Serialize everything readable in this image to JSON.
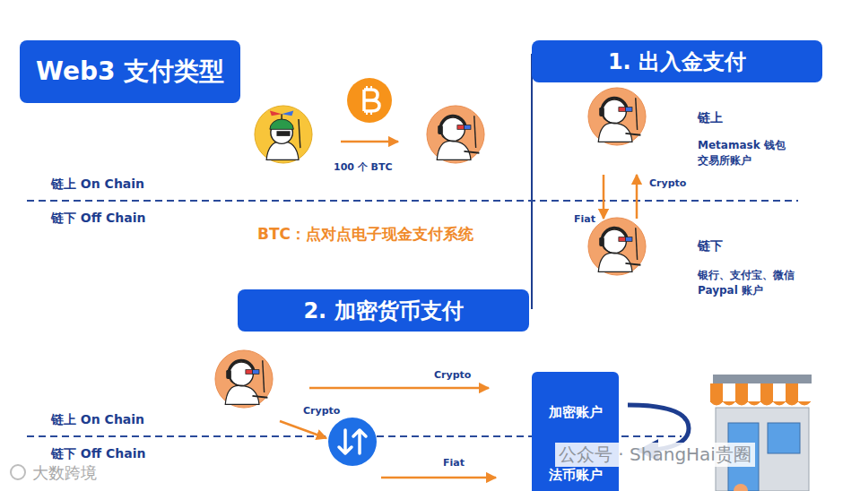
{
  "diagram": {
    "title": "Web3 支付类型",
    "nodes": [
      {
        "text": [
          "1. 出入金支付"
        ]
      },
      {
        "text": [
          "链上",
          "Metamask 钱包 交易所账户"
        ]
      },
      {
        "text": [
          "链下",
          "银行、支付宝、微信 Paypal 账户"
        ]
      },
      {
        "text": [
          "2. 加密货币支付"
        ]
      },
      {
        "text": [
          "加密账户",
          "法币账户"
        ]
      }
    ],
    "edges": [
      {
        "from": 1,
        "to": 2,
        "label": "Fiat",
        "arrow": "to"
      },
      {
        "from": 2,
        "to": 1,
        "label": "Crypto",
        "arrow": "to"
      }
    ],
    "labels": [
      "100 个 BTC",
      "链上 On Chain",
      "链下 Off Chain",
      "BTC：点对点电子现金支付系统",
      "链上 On Chain",
      "链下 Off Chain",
      "Crypto",
      "Crypto",
      "Fiat",
      "公众号 · ShangHai贵圈",
      "大数跨境"
    ]
  }
}
